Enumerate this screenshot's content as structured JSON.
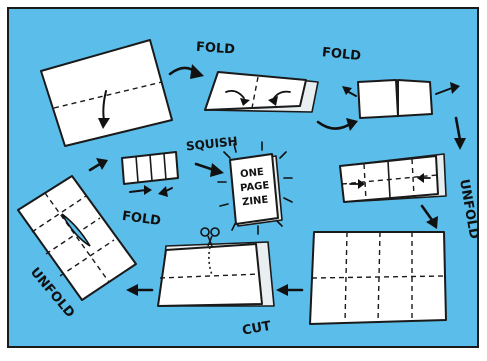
{
  "labels": {
    "fold_top": "FOLD",
    "fold_right": "FOLD",
    "unfold_right": "UNFOLD",
    "squish": "SQUISH",
    "zine_line1": "ONE",
    "zine_line2": "PAGE",
    "zine_line3": "ZINE",
    "fold_left": "FOLD",
    "cut": "CUT",
    "unfold_left": "UNFOLD"
  },
  "colors": {
    "background": "#5bbdea",
    "paper": "#ffffff",
    "ink": "#111111"
  }
}
